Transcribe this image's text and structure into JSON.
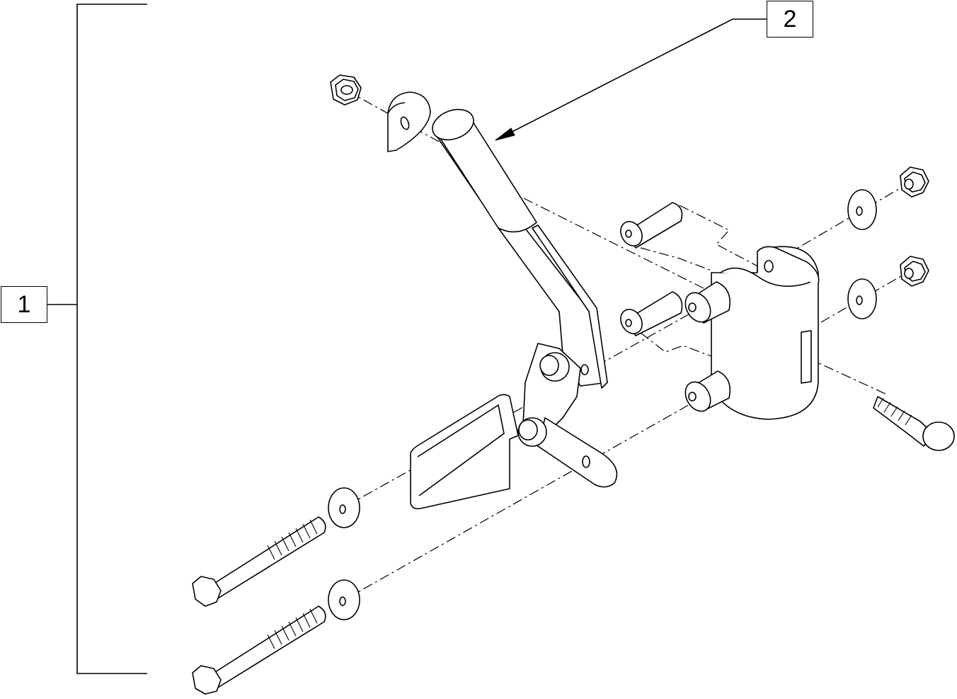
{
  "callouts": [
    {
      "id": "1",
      "label": "1"
    },
    {
      "id": "2",
      "label": "2"
    }
  ],
  "colors": {
    "line": "#000000",
    "fill": "#ffffff",
    "background": "#ffffff"
  },
  "parts": [
    "hex-nut",
    "hex-nut",
    "hex-nut",
    "flat-washer",
    "flat-washer",
    "flat-washer",
    "flat-washer",
    "spacer",
    "spacer",
    "spacer",
    "spacer",
    "brake-handle",
    "mounting-tab",
    "tube-clamp",
    "brake-shoe",
    "hex-bolt",
    "hex-bolt",
    "carriage-bolt"
  ]
}
